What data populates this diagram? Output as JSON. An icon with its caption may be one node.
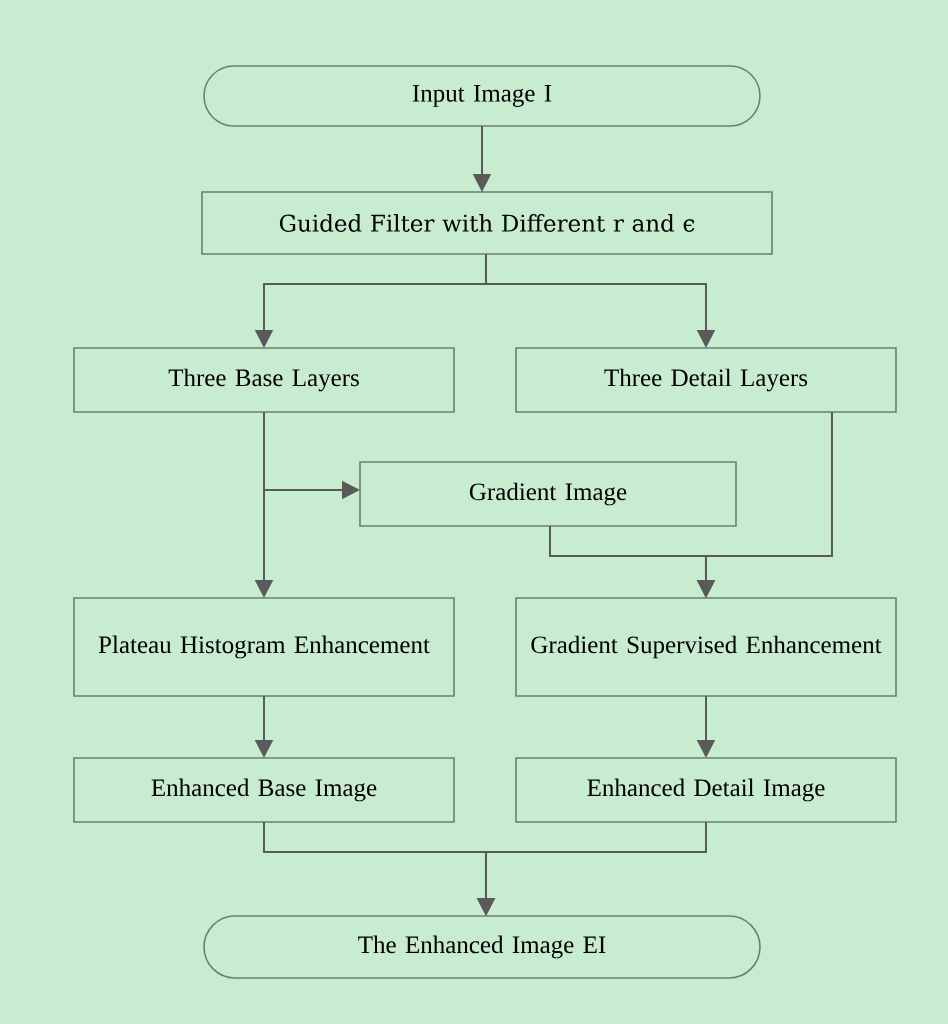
{
  "diagram": {
    "nodes": [
      {
        "text": [
          "Input Image I"
        ]
      },
      {
        "text": [
          "Guided Filter with Different r and ϵ"
        ]
      },
      {
        "text": [
          "Three Base Layers"
        ]
      },
      {
        "text": [
          "Three Detail Layers"
        ]
      },
      {
        "text": [
          "Gradient Image"
        ]
      },
      {
        "text": [
          "Plateau Histogram Enhancement"
        ]
      },
      {
        "text": [
          "Gradient Supervised Enhancement"
        ]
      },
      {
        "text": [
          "Enhanced Base Image"
        ]
      },
      {
        "text": [
          "Enhanced Detail Image"
        ]
      },
      {
        "text": [
          "The Enhanced Image EI"
        ]
      }
    ],
    "edges": [
      {
        "from": 0,
        "to": 1,
        "arrow": "to"
      },
      {
        "from": 1,
        "to": 2,
        "arrow": "to"
      },
      {
        "from": 1,
        "to": 3,
        "arrow": "to"
      },
      {
        "from": 2,
        "to": 4,
        "arrow": "to"
      },
      {
        "from": 2,
        "to": 5,
        "arrow": "to"
      },
      {
        "from": 3,
        "to": 6,
        "arrow": "to"
      },
      {
        "from": 4,
        "to": 6,
        "arrow": "to"
      },
      {
        "from": 5,
        "to": 7,
        "arrow": "to"
      },
      {
        "from": 6,
        "to": 8,
        "arrow": "to"
      },
      {
        "from": 7,
        "to": 9,
        "arrow": "to"
      },
      {
        "from": 8,
        "to": 9,
        "arrow": "to"
      }
    ]
  }
}
